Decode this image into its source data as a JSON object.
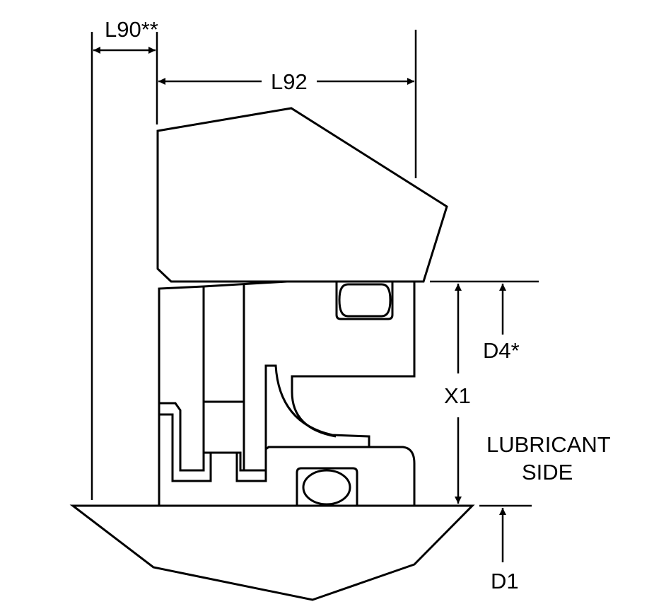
{
  "labels": {
    "l90": "L90**",
    "l92": "L92",
    "d4": "D4*",
    "x1": "X1",
    "lubricant_line1": "LUBRICANT",
    "lubricant_line2": "SIDE",
    "d1": "D1"
  },
  "colors": {
    "ink": "#000000",
    "background": "#ffffff"
  }
}
